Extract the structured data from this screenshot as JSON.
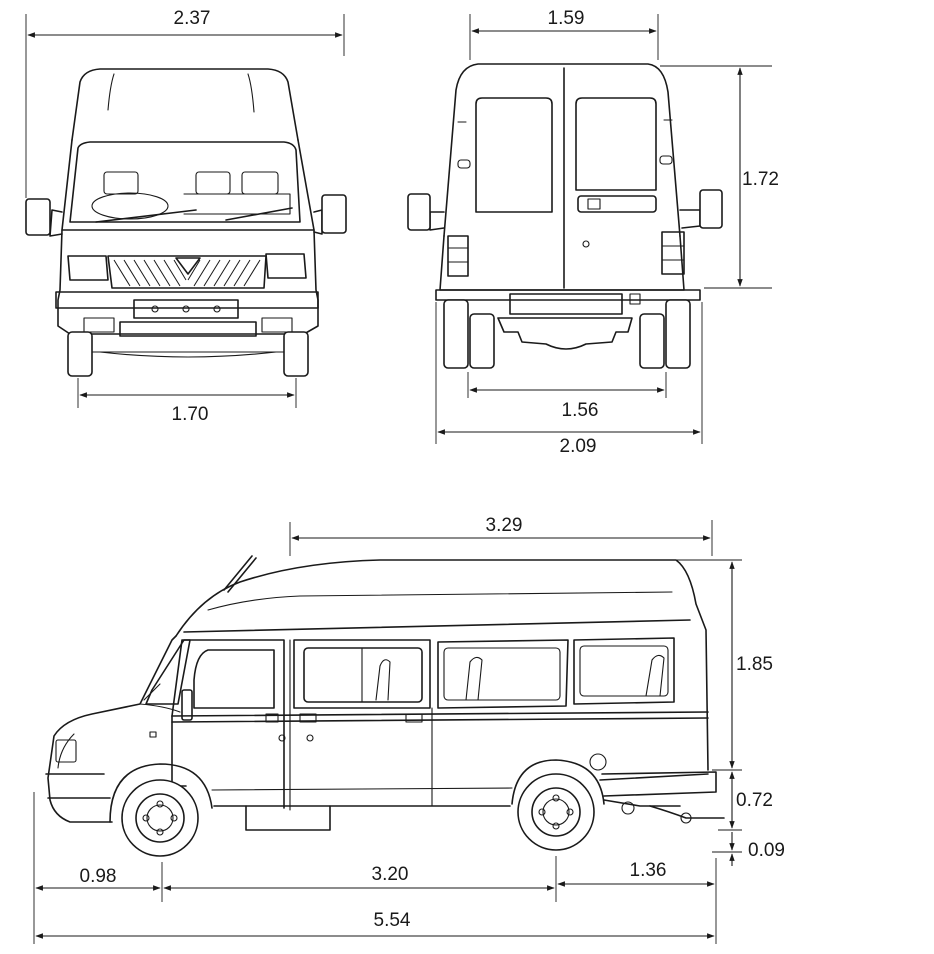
{
  "dimensions": {
    "front_overall_width": "2.37",
    "front_track": "1.70",
    "rear_roof_width": "1.59",
    "rear_body_height": "1.72",
    "rear_track": "1.56",
    "rear_overall_width": "2.09",
    "side_roof_length": "3.29",
    "side_upper_height": "1.85",
    "side_floor_height": "0.72",
    "side_ground_clearance": "0.09",
    "side_front_overhang": "0.98",
    "side_wheelbase": "3.20",
    "side_rear_overhang": "1.36",
    "side_overall_length": "5.54"
  }
}
